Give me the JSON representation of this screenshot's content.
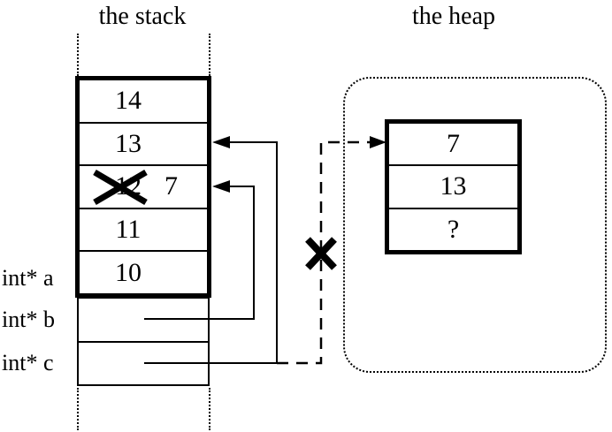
{
  "titles": {
    "stack": "the stack",
    "heap": "the heap"
  },
  "stack": {
    "frame_cells": [
      {
        "value": "14"
      },
      {
        "value": "13"
      },
      {
        "old_value": "12",
        "new_value": "7",
        "crossed_out": true
      },
      {
        "value": "11"
      },
      {
        "value": "10"
      }
    ],
    "pointer_vars": [
      {
        "label": "int* a"
      },
      {
        "label": "int* b"
      },
      {
        "label": "int* c"
      }
    ]
  },
  "heap": {
    "cells": [
      {
        "value": "7"
      },
      {
        "value": "13"
      },
      {
        "value": "?"
      }
    ]
  },
  "colors": {
    "ink": "#000000",
    "background": "#ffffff"
  }
}
